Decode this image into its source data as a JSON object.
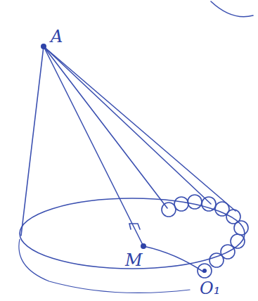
{
  "diagram": {
    "labels": [
      "A",
      "M",
      "O₁"
    ]
  }
}
